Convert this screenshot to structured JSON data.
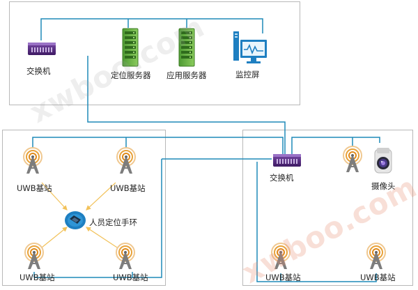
{
  "colors": {
    "link": "#1f8ab8",
    "switch": "#5a2b83",
    "server": "#6ab04c",
    "monitor": "#1e7fc1",
    "tower": "#e8a23a",
    "arrow": "#f2c25a",
    "zone_border": "#b8b8b8"
  },
  "top_zone": {
    "switch_label": "交换机",
    "positioning_server_label": "定位服务器",
    "application_server_label": "应用服务器",
    "monitor_label": "监控屏"
  },
  "left_zone": {
    "uwb_tl": "UWB基站",
    "uwb_tr": "UWB基站",
    "uwb_bl": "UWB基站",
    "uwb_br": "UWB基站",
    "tag_label": "人员定位手环"
  },
  "right_zone": {
    "switch_label": "交换机",
    "camera_label": "摄像头",
    "uwb_bl": "UWB基站",
    "uwb_br": "UWB基站"
  },
  "watermarks": {
    "upper": "xwboo.com",
    "lower": "xwboo.com"
  }
}
